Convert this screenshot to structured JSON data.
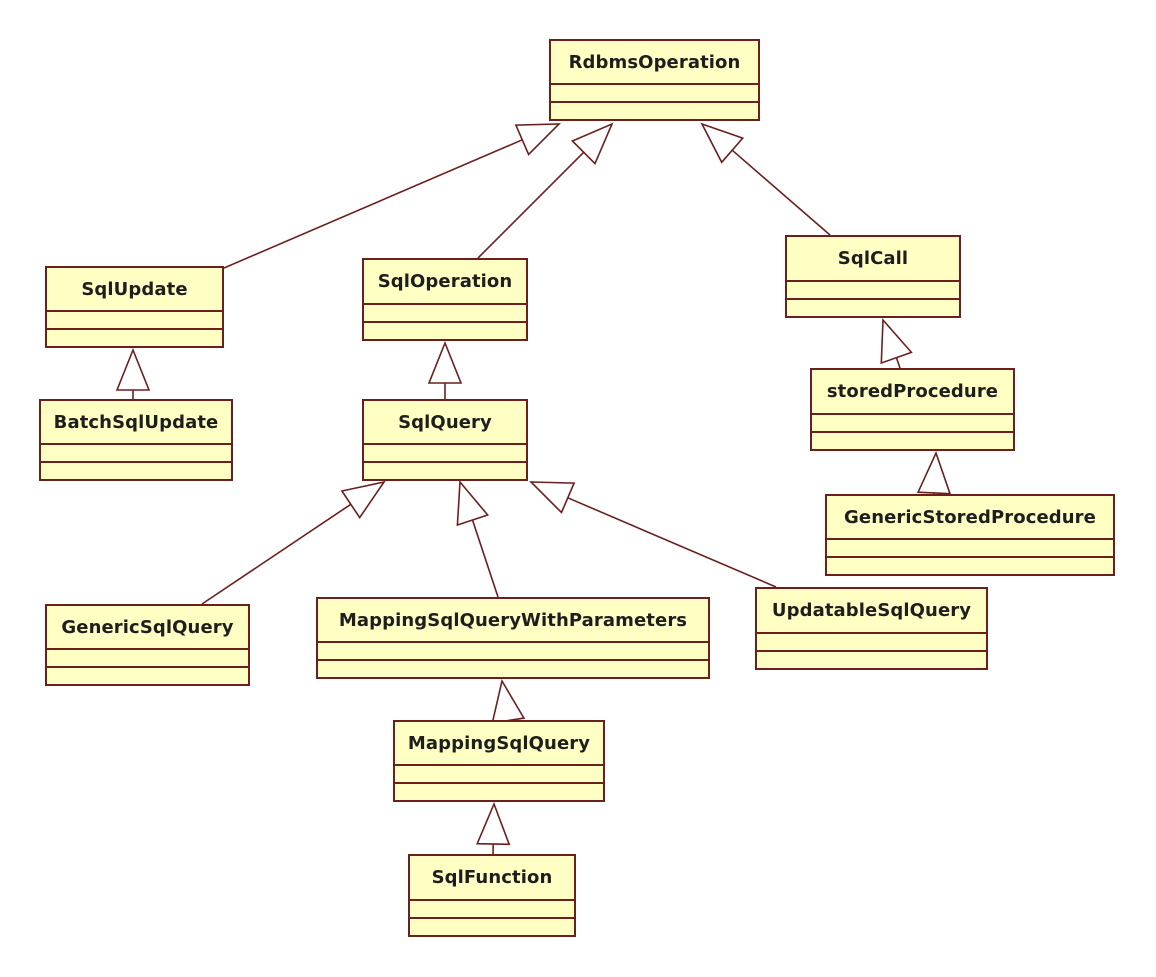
{
  "diagram": {
    "type": "uml-class-hierarchy",
    "colors": {
      "box_fill": "#ffffc4",
      "box_border": "#6b1f1f",
      "edge": "#6b1f1f",
      "arrowhead_fill": "#ffffff"
    },
    "classes": [
      {
        "id": "rdbms_operation",
        "name": "RdbmsOperation"
      },
      {
        "id": "sql_update",
        "name": "SqlUpdate"
      },
      {
        "id": "batch_sql_update",
        "name": "BatchSqlUpdate"
      },
      {
        "id": "sql_operation",
        "name": "SqlOperation"
      },
      {
        "id": "sql_query",
        "name": "SqlQuery"
      },
      {
        "id": "generic_sql_query",
        "name": "GenericSqlQuery"
      },
      {
        "id": "mapping_sql_query_with_parameters",
        "name": "MappingSqlQueryWithParameters"
      },
      {
        "id": "mapping_sql_query",
        "name": "MappingSqlQuery"
      },
      {
        "id": "sql_function",
        "name": "SqlFunction"
      },
      {
        "id": "updatable_sql_query",
        "name": "UpdatableSqlQuery"
      },
      {
        "id": "sql_call",
        "name": "SqlCall"
      },
      {
        "id": "stored_procedure",
        "name": "storedProcedure"
      },
      {
        "id": "generic_stored_procedure",
        "name": "GenericStoredProcedure"
      }
    ],
    "generalizations": [
      {
        "child": "sql_update",
        "parent": "rdbms_operation"
      },
      {
        "child": "sql_operation",
        "parent": "rdbms_operation"
      },
      {
        "child": "sql_call",
        "parent": "rdbms_operation"
      },
      {
        "child": "batch_sql_update",
        "parent": "sql_update"
      },
      {
        "child": "sql_query",
        "parent": "sql_operation"
      },
      {
        "child": "generic_sql_query",
        "parent": "sql_query"
      },
      {
        "child": "mapping_sql_query_with_parameters",
        "parent": "sql_query"
      },
      {
        "child": "updatable_sql_query",
        "parent": "sql_query"
      },
      {
        "child": "mapping_sql_query",
        "parent": "mapping_sql_query_with_parameters"
      },
      {
        "child": "sql_function",
        "parent": "mapping_sql_query"
      },
      {
        "child": "stored_procedure",
        "parent": "sql_call"
      },
      {
        "child": "generic_stored_procedure",
        "parent": "stored_procedure"
      }
    ]
  }
}
